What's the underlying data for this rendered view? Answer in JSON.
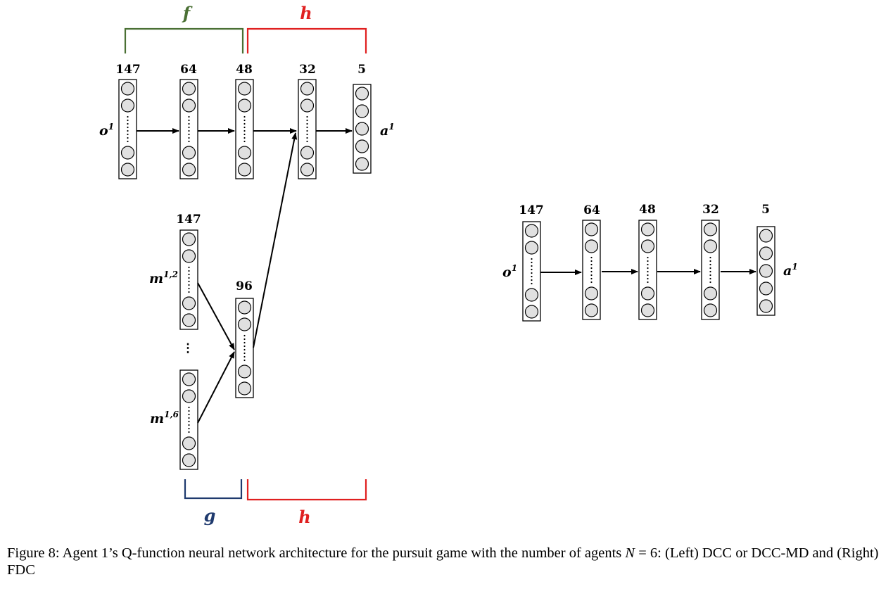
{
  "left_diagram": {
    "bracket_top_f": "f",
    "bracket_top_h": "h",
    "bracket_bottom_g": "g",
    "bracket_bottom_h": "h",
    "top_row_sizes": [
      "147",
      "64",
      "48",
      "32",
      "5"
    ],
    "message_sizes": [
      "147",
      "96"
    ],
    "input_label": "o",
    "input_sup": "1",
    "output_label": "a",
    "output_sup": "1",
    "msg1_label": "m",
    "msg1_sup": "1,2",
    "msg2_label": "m",
    "msg2_sup": "1,6",
    "vertical_ellipsis": "⋮"
  },
  "right_diagram": {
    "sizes": [
      "147",
      "64",
      "48",
      "32",
      "5"
    ],
    "input_label": "o",
    "input_sup": "1",
    "output_label": "a",
    "output_sup": "1"
  },
  "colors": {
    "f_bracket": "#4a7034",
    "h_bracket": "#e02020",
    "g_bracket": "#1f3a6e",
    "neuron_fill": "#e0e0e0"
  },
  "caption": {
    "prefix": "Figure 8: Agent 1’s Q-function neural network architecture for the pursuit game with the number of agents ",
    "math_var": "N",
    "math_eq": " = 6",
    "suffix": ": (Left) DCC or DCC-MD and (Right) FDC"
  }
}
